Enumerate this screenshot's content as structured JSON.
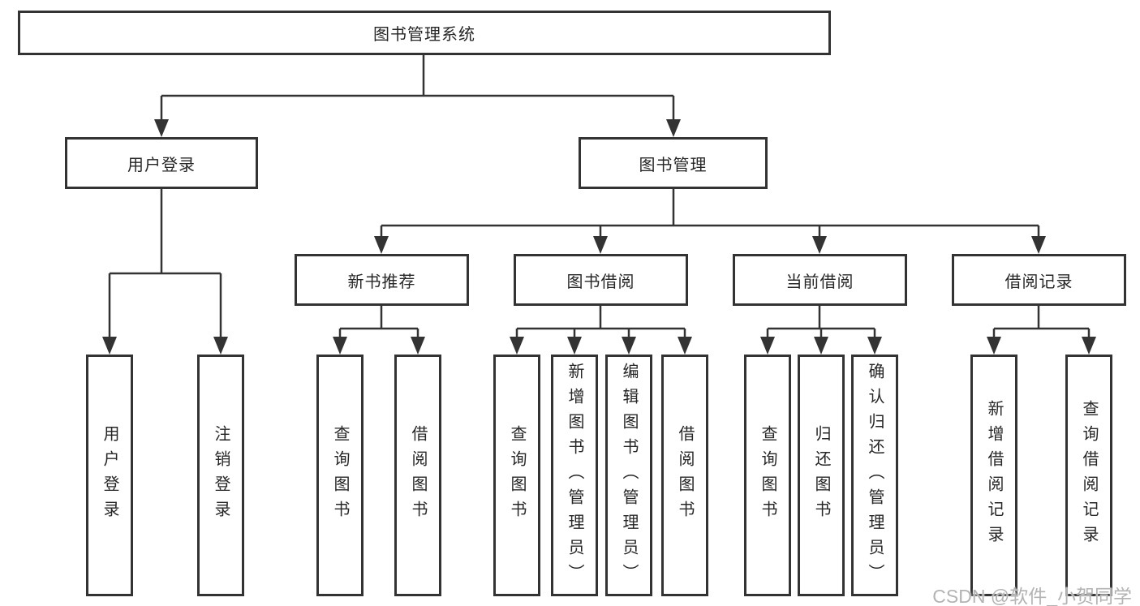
{
  "diagram": {
    "type": "hierarchy-tree",
    "root": "图书管理系统",
    "level2": [
      "用户登录",
      "图书管理"
    ],
    "level3": [
      "新书推荐",
      "图书借阅",
      "当前借阅",
      "借阅记录"
    ],
    "leaves": {
      "user_login": [
        "用户登录",
        "注销登录"
      ],
      "new_books": [
        "查询图书",
        "借阅图书"
      ],
      "book_borrow": [
        "查询图书",
        "新增图书（管理员）",
        "编辑图书（管理员）",
        "借阅图书"
      ],
      "current_borrow": [
        "查询图书",
        "归还图书",
        "确认归还（管理员）"
      ],
      "borrow_records": [
        "新增借阅记录",
        "查询借阅记录"
      ]
    },
    "edges": [
      {
        "from": "图书管理系统",
        "to": "用户登录"
      },
      {
        "from": "图书管理系统",
        "to": "图书管理"
      },
      {
        "from": "用户登录",
        "to": "用户登录(子)"
      },
      {
        "from": "用户登录",
        "to": "注销登录"
      },
      {
        "from": "图书管理",
        "to": "新书推荐"
      },
      {
        "from": "图书管理",
        "to": "图书借阅"
      },
      {
        "from": "图书管理",
        "to": "当前借阅"
      },
      {
        "from": "图书管理",
        "to": "借阅记录"
      },
      {
        "from": "新书推荐",
        "to": "查询图书"
      },
      {
        "from": "新书推荐",
        "to": "借阅图书"
      },
      {
        "from": "图书借阅",
        "to": "查询图书"
      },
      {
        "from": "图书借阅",
        "to": "新增图书（管理员）"
      },
      {
        "from": "图书借阅",
        "to": "编辑图书（管理员）"
      },
      {
        "from": "图书借阅",
        "to": "借阅图书"
      },
      {
        "from": "当前借阅",
        "to": "查询图书"
      },
      {
        "from": "当前借阅",
        "to": "归还图书"
      },
      {
        "from": "当前借阅",
        "to": "确认归还（管理员）"
      },
      {
        "from": "借阅记录",
        "to": "新增借阅记录"
      },
      {
        "from": "借阅记录",
        "to": "查询借阅记录"
      }
    ],
    "colors": {
      "line": "#333333",
      "box_border": "#333333",
      "box_background": "#ffffff",
      "text": "#262626",
      "background": "#ffffff",
      "watermark_text": "#b3b3b3"
    }
  },
  "watermark": "CSDN @软件_小贺同学"
}
